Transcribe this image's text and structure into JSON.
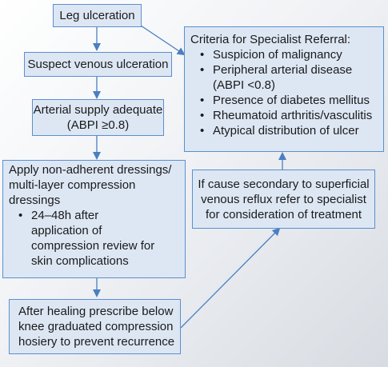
{
  "colors": {
    "box_fill": "#dde7f4",
    "box_border": "#5b8fd0",
    "arrow": "#4a7fc1"
  },
  "boxes": {
    "leg_ulceration": "Leg ulceration",
    "suspect_venous": "Suspect venous ulceration",
    "arterial_supply": [
      "Arterial supply adequate",
      "(ABPI ≥0.8)"
    ],
    "dressings": {
      "lines": [
        "Apply non-adherent dressings/",
        "multi-layer compression",
        "dressings"
      ],
      "bullet": [
        "24–48h after",
        "application of",
        "compression review for",
        "skin complications"
      ]
    },
    "after_healing": [
      "After healing prescribe below",
      "knee graduated compression",
      "hosiery to prevent recurrence"
    ],
    "superficial_reflux": [
      "If cause secondary to superficial",
      "venous reflux refer to specialist",
      "for consideration of treatment"
    ],
    "referral": {
      "title": "Criteria for Specialist Referral:",
      "items": [
        [
          "Suspicion of malignancy"
        ],
        [
          "Peripheral arterial disease",
          "(ABPI <0.8)"
        ],
        [
          "Presence of diabetes mellitus"
        ],
        [
          "Rheumatoid arthritis/vasculitis"
        ],
        [
          "Atypical distribution of ulcer"
        ]
      ]
    }
  }
}
